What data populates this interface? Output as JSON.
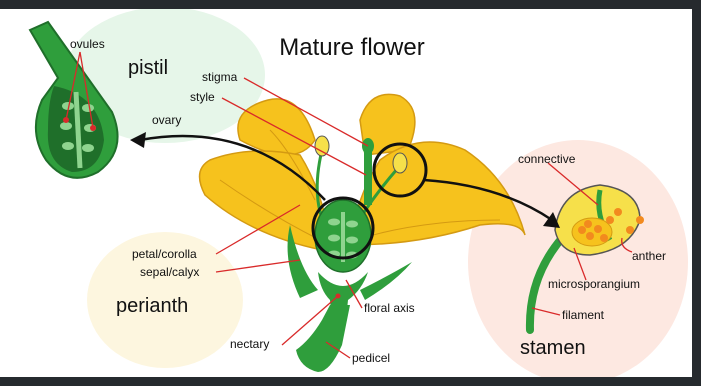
{
  "title": "Mature flower",
  "groups": {
    "pistil": "pistil",
    "perianth": "perianth",
    "stamen": "stamen"
  },
  "labels": {
    "ovules": "ovules",
    "ovary": "ovary",
    "stigma": "stigma",
    "style": "style",
    "petal": "petal/corolla",
    "sepal": "sepal/calyx",
    "nectary": "nectary",
    "floral_axis": "floral axis",
    "pedicel": "pedicel",
    "connective": "connective",
    "anther": "anther",
    "microsporangium": "microsporangium",
    "filament": "filament"
  },
  "colors": {
    "background": "#ffffff",
    "frame": "#262a2e",
    "pistil_bubble": "#e6f6e9",
    "perianth_bubble": "#fdf6df",
    "stamen_bubble": "#fde8e1",
    "petal": "#f6c21d",
    "petal_shade": "#d49a12",
    "green": "#2f9e3c",
    "dark_green": "#1f6f2a",
    "pollen": "#f28a1e",
    "leader": "#d92a2a",
    "arrow": "#111111"
  }
}
